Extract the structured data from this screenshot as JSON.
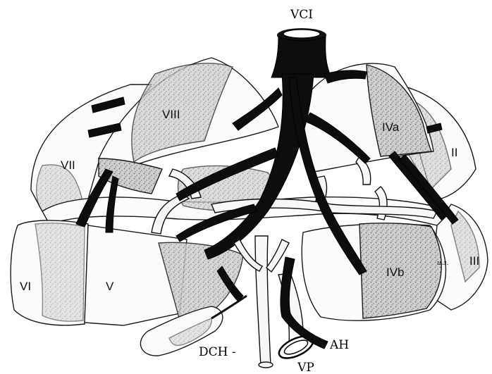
{
  "labels": {
    "vci": "VCI",
    "seg_viii": "VIII",
    "seg_vii": "VII",
    "seg_vi": "VI",
    "seg_v": "V",
    "seg_iva": "IVa",
    "seg_ivb": "IVb",
    "seg_ii": "II",
    "seg_iii": "III",
    "dch": "DCH -",
    "ah": "AH",
    "vp": "VP",
    "signature": "и.з."
  }
}
